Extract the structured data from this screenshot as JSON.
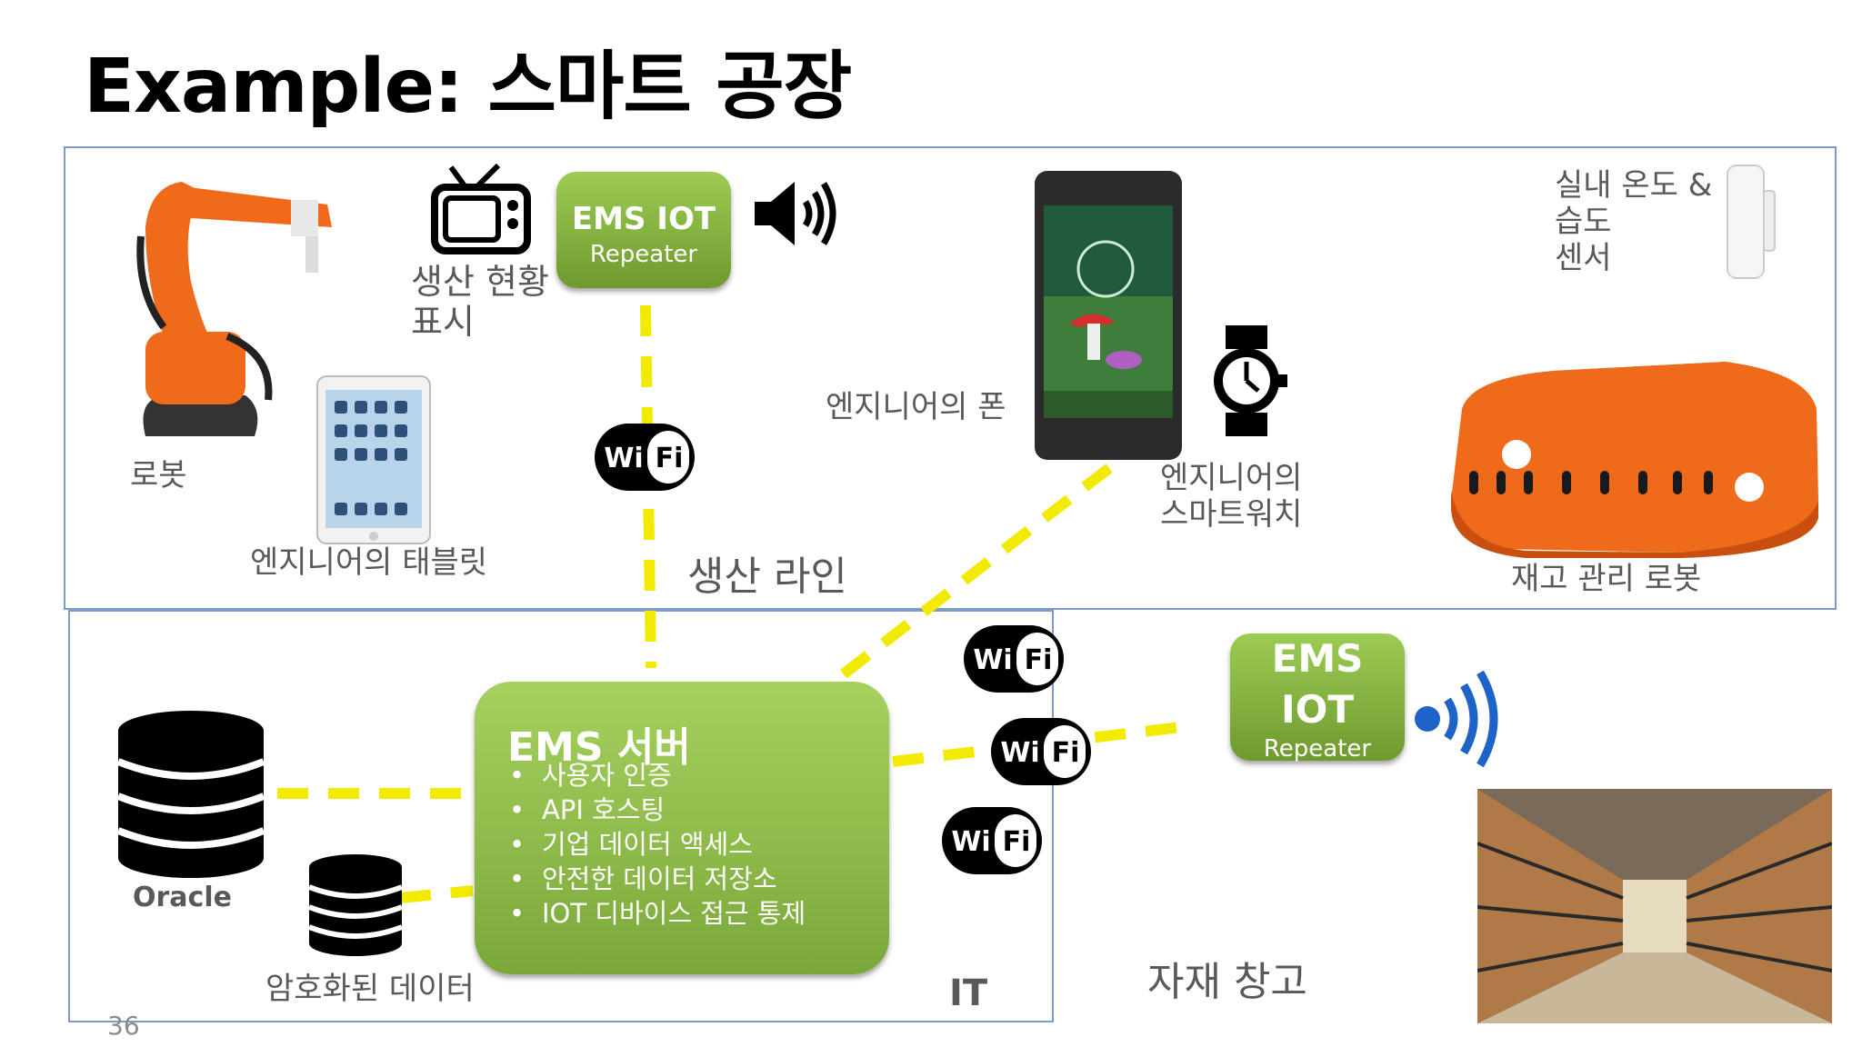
{
  "slide": {
    "title": "Example: 스마트 공장",
    "page_number": "36"
  },
  "zones": {
    "production_line": "생산 라인",
    "it": "IT",
    "warehouse": "자재 창고"
  },
  "devices": {
    "robot": "로봇",
    "tablet": "엔지니어의 태블릿",
    "tv": "생산 현황\n표시",
    "phone": "엔지니어의 폰",
    "watch": "엔지니어의\n스마트워치",
    "sensor": "실내 온도 &\n습도\n센서",
    "inventory_robot": "재고 관리 로봇",
    "oracle": "Oracle",
    "encrypted": "암호화된 데이터"
  },
  "repeater_top": {
    "line1": "EMS IOT",
    "line2": "Repeater"
  },
  "repeater_right": {
    "line1": "EMS",
    "line2": "IOT",
    "line3": "Repeater"
  },
  "server": {
    "title": "EMS 서버",
    "items": [
      "사용자 인증",
      "API 호스팅",
      "기업 데이터 액세스",
      "안전한 데이터 저장소",
      "IOT 디바이스 접근 통제"
    ]
  },
  "wifi": {
    "label_a": "Wi",
    "label_b": "Fi"
  },
  "colors": {
    "connector": "#f2ea00",
    "repeater": "#8bbd45",
    "frame": "#7a9cc6",
    "robot": "#ef6a1a"
  }
}
